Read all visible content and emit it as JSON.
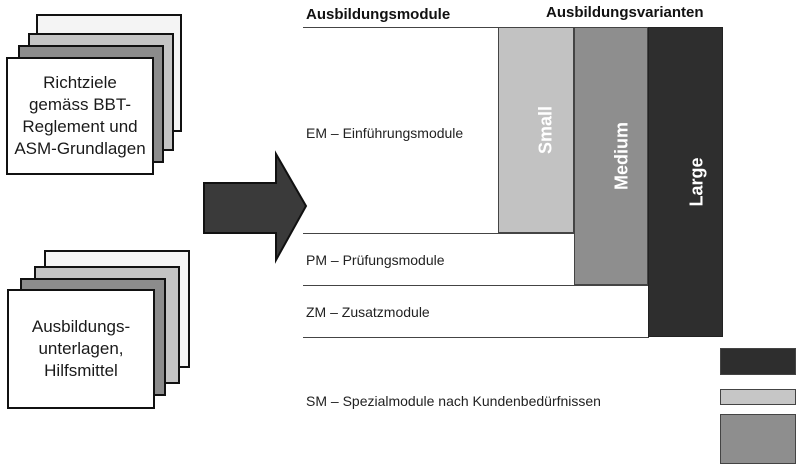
{
  "cards": {
    "top": {
      "label": "Richtziele\ngemäss BBT-\nReglement und\nASM-Grundlagen"
    },
    "bottom": {
      "label": "Ausbildungs-\nunterlagen,\nHilfsmittel"
    }
  },
  "headers": {
    "modules": "Ausbildungsmodule",
    "variants": "Ausbildungsvarianten"
  },
  "modules": [
    {
      "label": "EM – Einführungsmodule"
    },
    {
      "label": "PM – Prüfungsmodule"
    },
    {
      "label": "ZM – Zusatzmodule"
    },
    {
      "label": "SM – Spezialmodule nach Kundenbedürfnissen"
    }
  ],
  "variants": [
    {
      "label": "Small",
      "color": "#c2c2c2"
    },
    {
      "label": "Medium",
      "color": "#8e8e8e"
    },
    {
      "label": "Large",
      "color": "#2e2e2e"
    }
  ],
  "legend": [
    {
      "color": "#2e2e2e"
    },
    {
      "color": "#c6c6c6"
    },
    {
      "color": "#8e8e8e"
    }
  ],
  "colors": {
    "arrow": "#3a3a3a",
    "outline": "#111111"
  }
}
